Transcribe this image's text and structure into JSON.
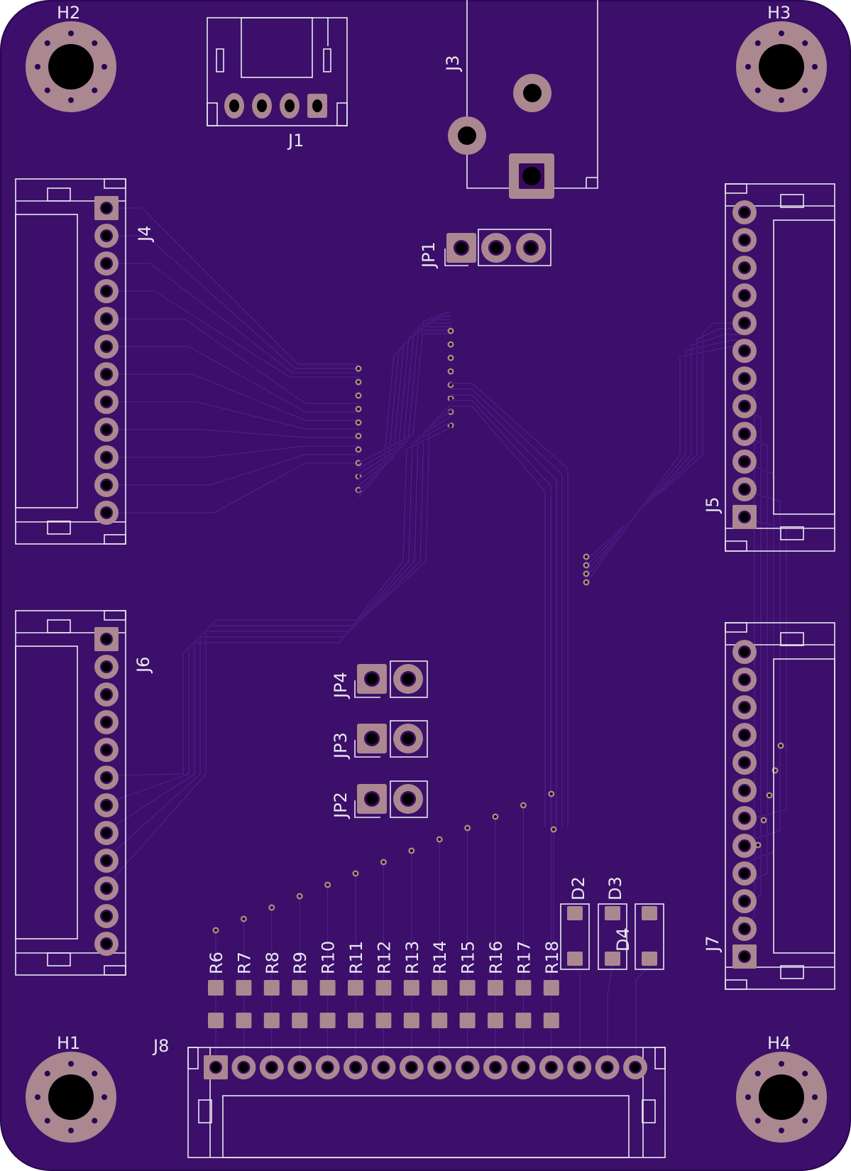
{
  "board": {
    "colors": {
      "soldermask": "#3c0f6a",
      "board_edge": "#2a0650",
      "copper_pad": "#ab8790",
      "silkscreen": "#e8e8ee",
      "trace": "#3e0e6e",
      "drill": "#000000"
    }
  },
  "labels": {
    "h1": "H1",
    "h2": "H2",
    "h3": "H3",
    "h4": "H4",
    "j1": "J1",
    "j3": "J3",
    "j4": "J4",
    "j5": "J5",
    "j6": "J6",
    "j7": "J7",
    "j8": "J8",
    "jp1": "JP1",
    "jp2": "JP2",
    "jp3": "JP3",
    "jp4": "JP4",
    "d2": "D2",
    "d3": "D3",
    "d4": "D4",
    "r6": "R6",
    "r7": "R7",
    "r8": "R8",
    "r9": "R9",
    "r10": "R10",
    "r11": "R11",
    "r12": "R12",
    "r13": "R13",
    "r14": "R14",
    "r15": "R15",
    "r16": "R16",
    "r17": "R17",
    "r18": "R18"
  },
  "connectors": {
    "j1_pins": 4,
    "j4_pins": 12,
    "j5_pins": 12,
    "j6_pins": 12,
    "j7_pins": 12,
    "j8_pins": 16,
    "jp1_pins": 3,
    "jp2_pins": 2,
    "jp3_pins": 2,
    "jp4_pins": 2
  }
}
